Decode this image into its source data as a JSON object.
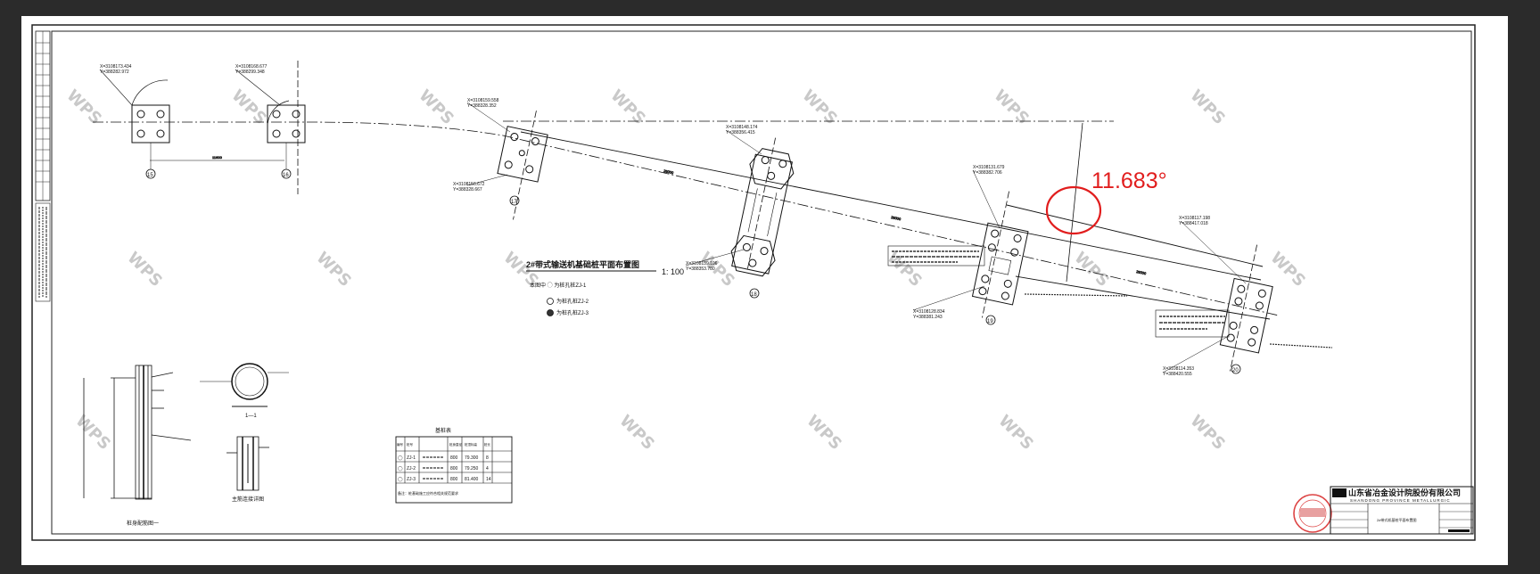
{
  "drawing": {
    "title": "2#带式输送机基础桩平面布置图",
    "scale": "1: 100",
    "legend_items": [
      "本图中 ◯ 为桩孔桩ZJ-1",
      "为桩孔桩ZJ-2",
      "为桩孔桩ZJ-3"
    ],
    "section_label": "1—1",
    "pile_detail_label": "桩身配筋图一",
    "joint_detail_label": "主筋连接详图",
    "watermark": "WPS",
    "angle_annotation": "11.683°"
  },
  "axes": [
    "15",
    "16",
    "17",
    "18",
    "19",
    "20"
  ],
  "coordinates": [
    {
      "x": "X=3108173.434",
      "y": "Y=388282.972"
    },
    {
      "x": "X=3108168.677",
      "y": "Y=388299.348"
    },
    {
      "x": "X=3108159.558",
      "y": "Y=388328.352"
    },
    {
      "x": "X=3108156.672",
      "y": "Y=388328.667"
    },
    {
      "x": "X=3108148.174",
      "y": "Y=388356.415"
    },
    {
      "x": "X=3108139.106",
      "y": "Y=388353.780"
    },
    {
      "x": "X=3108131.679",
      "y": "Y=388382.706"
    },
    {
      "x": "X=3108128.834",
      "y": "Y=388381.243"
    },
    {
      "x": "X=3108117.198",
      "y": "Y=388417.018"
    },
    {
      "x": "X=3108114.353",
      "y": "Y=388420.555"
    }
  ],
  "dimensions": [
    "11600",
    "26000",
    "26000",
    "26000"
  ],
  "pile_table": {
    "title": "基桩表",
    "headers": [
      "编号",
      "桩号",
      "桩身直径",
      "桩顶标高",
      "桩长"
    ],
    "rows": [
      [
        "◯",
        "ZJ-1",
        "800",
        "79.300",
        "8"
      ],
      [
        "◯",
        "ZJ-2",
        "800",
        "79.250",
        "4"
      ],
      [
        "◯",
        "ZJ-3",
        "800",
        "81.400",
        "14"
      ]
    ],
    "note": "备注：桩基础施工应符合相关规范要求"
  },
  "title_block": {
    "company": "山东省冶金设计院股份有限公司",
    "company_en": "SHANDONG PROVINCE METALLURGIC",
    "drawing_name": "2#带式机基桩平面布置图"
  },
  "colors": {
    "annotation_red": "#e11d1d",
    "line": "#111111",
    "viewer_bg": "#2b2b2b"
  }
}
